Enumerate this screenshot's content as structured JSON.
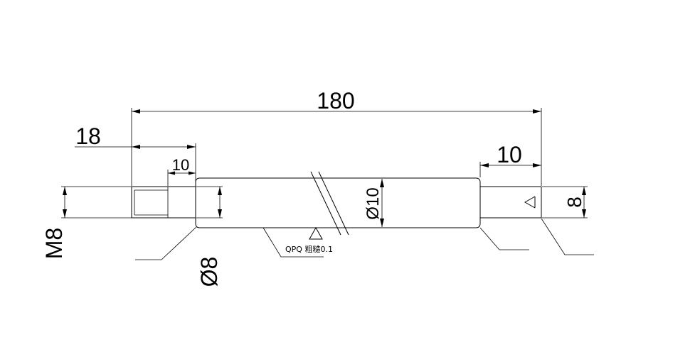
{
  "dimensions": {
    "overall_length": "180",
    "thread_length": "18",
    "thread_relief": "10",
    "right_step_length": "10",
    "shaft_diameter": "Ø10",
    "step_diameter": "Ø8",
    "right_end_diameter": "8",
    "thread_spec": "M8"
  },
  "annotations": {
    "surface_note": "QPQ 粗糙0.1"
  }
}
